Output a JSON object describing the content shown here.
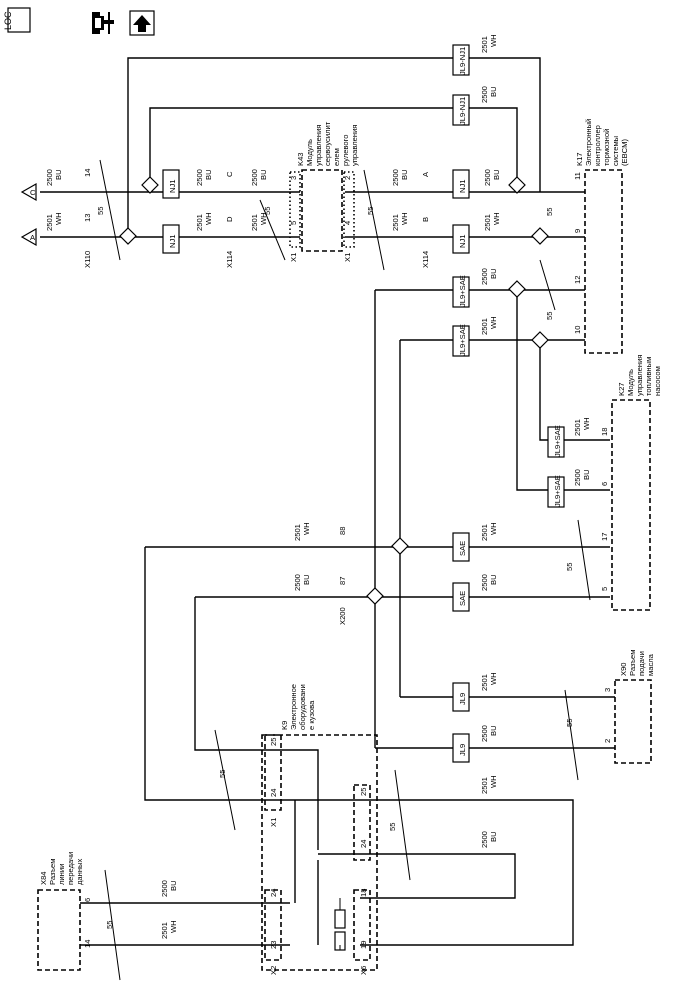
{
  "header_icons": [
    {
      "name": "loc-icon",
      "text": "LOC"
    },
    {
      "name": "service-tools-icon",
      "text": ""
    },
    {
      "name": "up-arrow-icon",
      "text": ""
    }
  ],
  "modules": {
    "k17": {
      "id": "K17",
      "lines": [
        "Электронный",
        "контроллер",
        "тормозной",
        "системы",
        "(EBCM)"
      ]
    },
    "k43": {
      "id": "K43",
      "lines": [
        "Модуль",
        "управления",
        "сервоусилит",
        "елем",
        "рулевого",
        "управления"
      ]
    },
    "k27": {
      "id": "K27",
      "lines": [
        "Модуль",
        "управления",
        "топливным",
        "насосом"
      ]
    },
    "x90": {
      "id": "X90",
      "lines": [
        "Разъем",
        "подачи",
        "масла"
      ]
    },
    "k9": {
      "id": "K9",
      "lines": [
        "Электронное",
        "оборудовани",
        "е кузова"
      ]
    },
    "x84": {
      "id": "X84",
      "lines": [
        "Разъем",
        "линии",
        "передачи",
        "данных"
      ]
    }
  },
  "connectors": [
    "X110",
    "X114",
    "X114",
    "X1",
    "X1",
    "X200",
    "X1",
    "X2",
    "X6"
  ],
  "pins": [
    "14",
    "13",
    "C",
    "D",
    "3",
    "5",
    "2",
    "4",
    "A",
    "B",
    "11",
    "9",
    "12",
    "10",
    "18",
    "6",
    "17",
    "5",
    "3",
    "2",
    "88",
    "87",
    "25",
    "24",
    "25",
    "24",
    "24",
    "23",
    "18",
    "19",
    "6",
    "14"
  ],
  "splices": [
    "NJ1",
    "NJ1",
    "NJ1",
    "NJ1",
    "JL9-NJ1",
    "JL9-NJ1",
    "JL9+SAE",
    "JL9+SAE",
    "JL9+SAE",
    "JL9+SAE",
    "SAE",
    "SAE",
    "JL9",
    "JL9"
  ],
  "wires": [
    {
      "circuit": "2500",
      "color": "BU"
    },
    {
      "circuit": "2501",
      "color": "WH"
    }
  ],
  "wire_note": "55",
  "offpage": [
    "C",
    "A"
  ]
}
